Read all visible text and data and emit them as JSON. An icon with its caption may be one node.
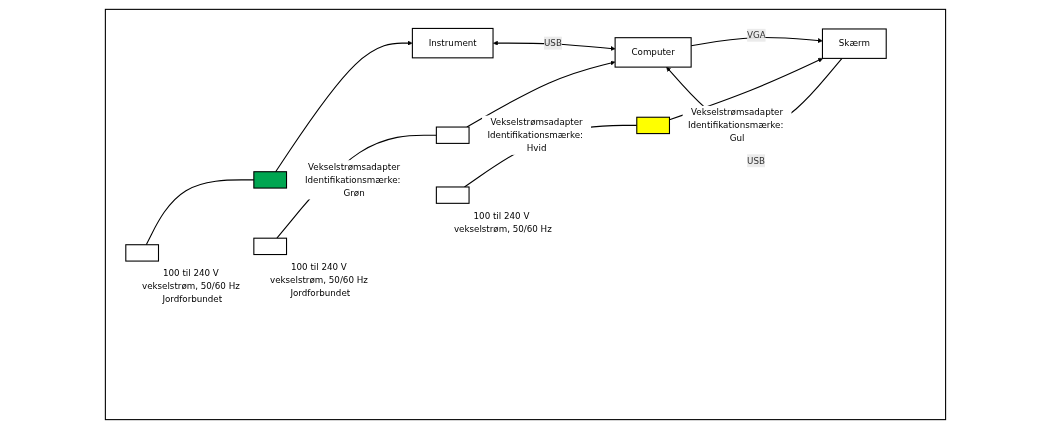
{
  "diagram": {
    "nodes": [
      {
        "text": [],
        "shape": "box"
      },
      {
        "text": [
          "Instrument"
        ],
        "in": 0
      },
      {
        "text": [
          "Computer"
        ],
        "in": 0
      },
      {
        "text": [
          "Skærm"
        ],
        "in": 0
      },
      {
        "text": [],
        "shape": "box",
        "in": 0,
        "beside": [
          "Vekselstrømsadapter",
          "Identifikationsmærke: Grøn"
        ]
      },
      {
        "text": [],
        "shape": "box",
        "in": 0,
        "beside": [
          "100 til 240 V vekselstrøm, 50/60 Hz Jordforbundet"
        ]
      },
      {
        "text": [],
        "shape": "box",
        "in": 0,
        "beside": [
          "Vekselstrømsadapter",
          "Identifikationsmærke: Hvid"
        ]
      },
      {
        "text": [],
        "shape": "box",
        "in": 0,
        "beside": [
          "100 til 240 V vekselstrøm, 50/60 Hz Jordforbundet"
        ]
      },
      {
        "text": [],
        "shape": "box",
        "in": 0,
        "beside": [
          "Vekselstrømsadapter",
          "Identifikationsmærke: Gul"
        ]
      },
      {
        "text": [],
        "shape": "box",
        "in": 0,
        "beside": [
          "100 til 240 V vekselstrøm, 50/60 Hz"
        ]
      }
    ],
    "edges": [
      {
        "from": 1,
        "to": 2,
        "arrow": "both",
        "label": "USB"
      },
      {
        "from": 2,
        "to": 3,
        "arrow": "to",
        "label": "VGA"
      },
      {
        "from": 3,
        "to": 2,
        "arrow": "to",
        "label": "USB"
      },
      {
        "from": 5,
        "to": 4,
        "arrow": "none"
      },
      {
        "from": 4,
        "to": 1,
        "arrow": "to"
      },
      {
        "from": 7,
        "to": 6,
        "arrow": "none"
      },
      {
        "from": 6,
        "to": 2,
        "arrow": "to"
      },
      {
        "from": 9,
        "to": 8,
        "arrow": "none"
      },
      {
        "from": 8,
        "to": 3,
        "arrow": "to"
      }
    ]
  }
}
